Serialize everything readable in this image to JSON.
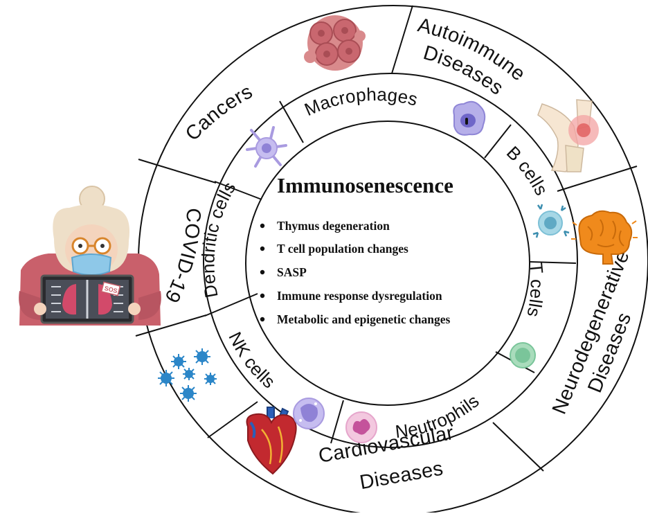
{
  "diagram": {
    "center": {
      "title": "Immunosenescence",
      "items": [
        "Thymus degeneration",
        "T cell population changes",
        "SASP",
        "Immune response dysregulation",
        "Metabolic and epigenetic changes"
      ]
    },
    "immune_cells": {
      "macrophages": "Macrophages",
      "b_cells": "B cells",
      "t_cells": "T cells",
      "neutrophils": "Neutrophils",
      "nk_cells": "NK cells",
      "dendritic_cells": "Dendritic cells"
    },
    "diseases": {
      "cancers": "Cancers",
      "autoimmune_line1": "Autoimmune",
      "autoimmune_line2": "Diseases",
      "covid": "COVID-19",
      "neuro_line1": "Neurodegenerative",
      "neuro_line2": "Diseases",
      "cardio_line1": "Cardiovascular",
      "cardio_line2": "Diseases"
    },
    "patient_sign": "SOS",
    "icons": [
      "cancer-cell-icon",
      "knee-joint-icon",
      "brain-icon",
      "heart-icon",
      "virus-icon",
      "elderly-woman-icon",
      "macrophage-icon",
      "b-cell-icon",
      "t-cell-icon",
      "neutrophil-icon",
      "nk-cell-icon",
      "dendritic-cell-icon"
    ],
    "colors": {
      "line": "#111111",
      "macrophage": "#8f86d6",
      "b_cell": "#7cc0d6",
      "t_cell": "#7ac59a",
      "neutrophil": "#e6a6cc",
      "nk_cell": "#a99be0",
      "dendritic": "#a99be0",
      "cancer": "#c9676f",
      "brain": "#f08a1c",
      "virus": "#2b86c8",
      "heart": "#c2292f"
    }
  }
}
